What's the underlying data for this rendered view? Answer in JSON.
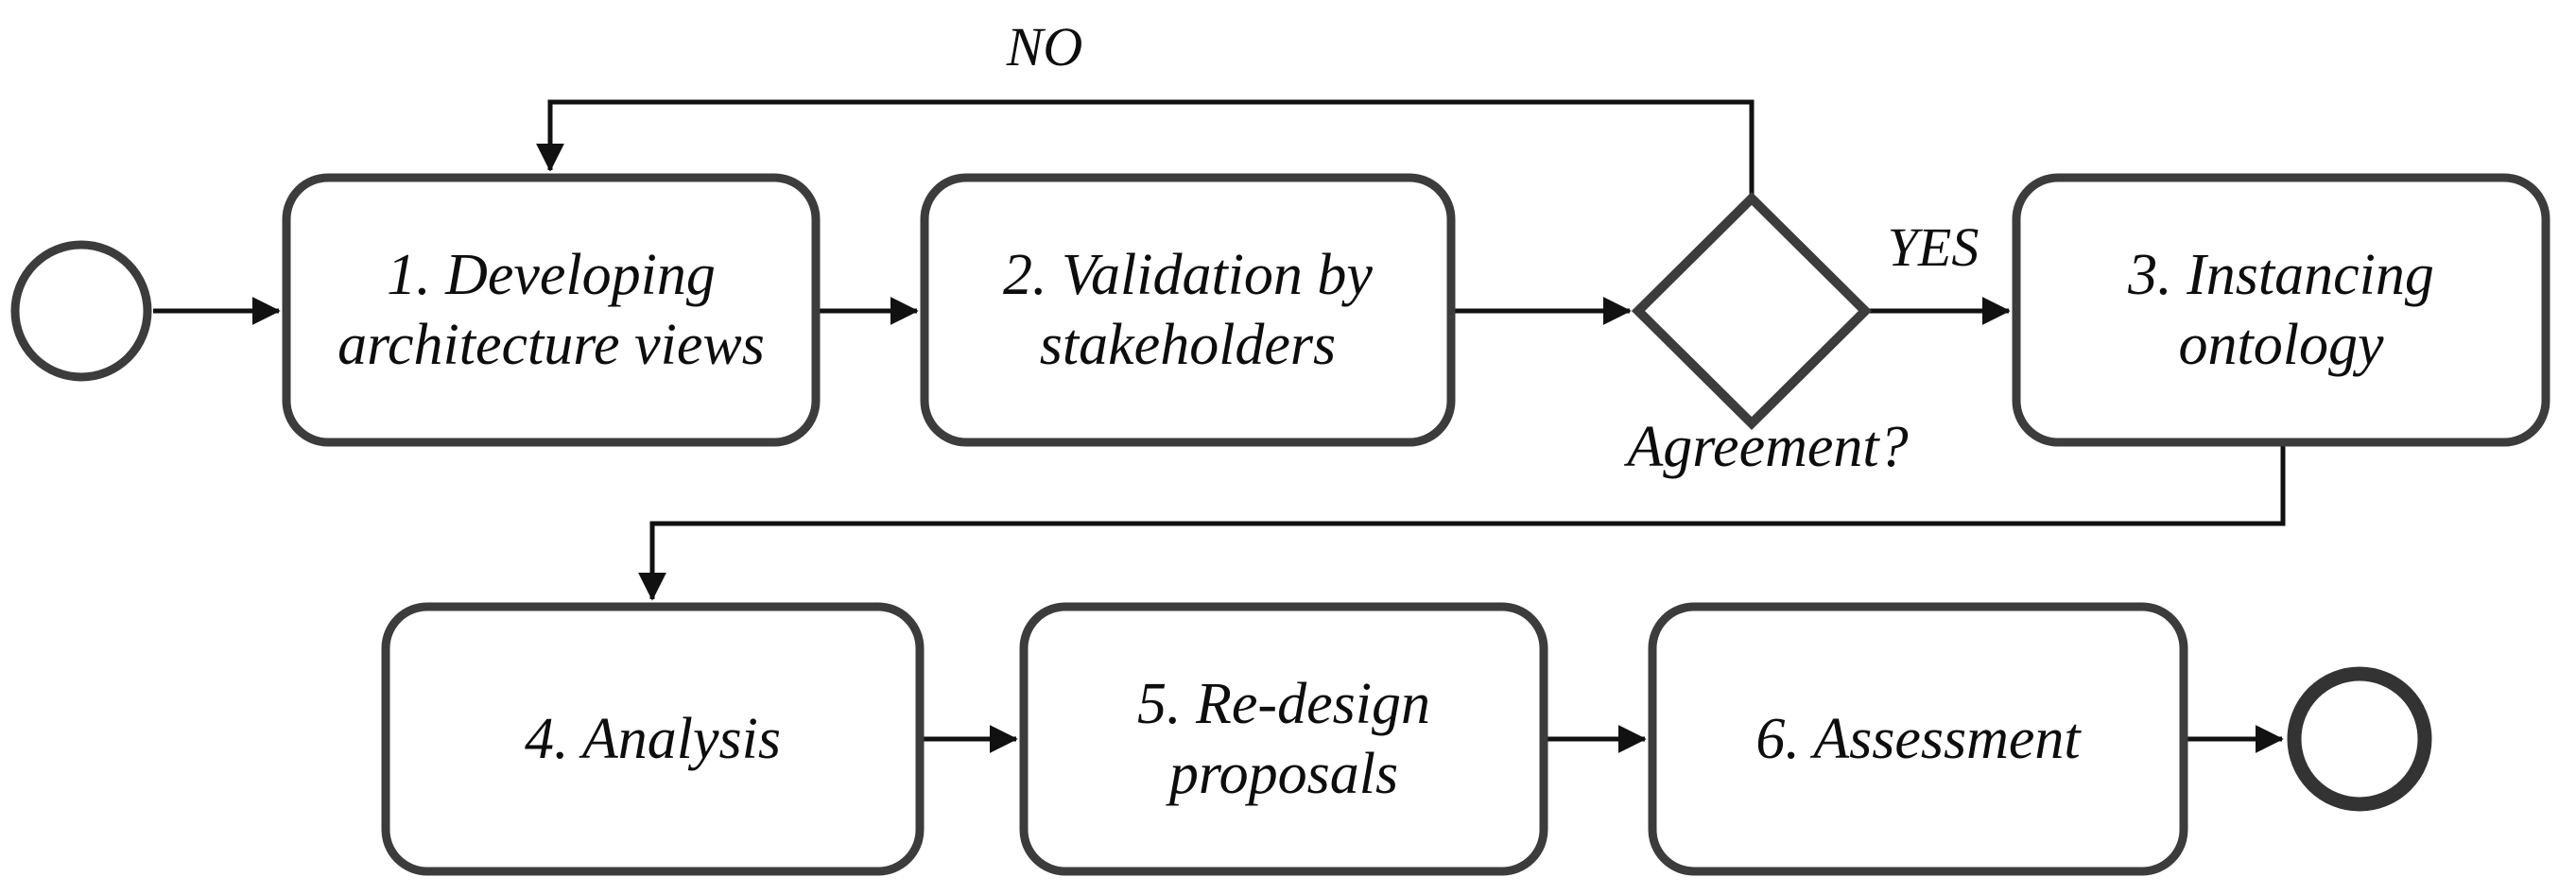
{
  "diagram": {
    "type": "flowchart",
    "notation": "bpmn-like process with start event, six tasks, one decision gateway, end event",
    "nodes": [
      {
        "id": "1",
        "label": "1. Developing\narchitecture views"
      },
      {
        "id": "2",
        "label": "2. Validation by\nstakeholders"
      },
      {
        "id": "3",
        "label": "3. Instancing\nontology"
      },
      {
        "id": "4",
        "label": "4. Analysis"
      },
      {
        "id": "5",
        "label": "5. Re-design\nproposals"
      },
      {
        "id": "6",
        "label": "6. Assessment"
      }
    ],
    "decision": {
      "label": "Agreement?",
      "branch_yes": "YES",
      "branch_no": "NO"
    },
    "edges": [
      {
        "from": "start",
        "to": "1",
        "label": ""
      },
      {
        "from": "1",
        "to": "2",
        "label": ""
      },
      {
        "from": "2",
        "to": "decision",
        "label": ""
      },
      {
        "from": "decision",
        "to": "3",
        "label": "YES"
      },
      {
        "from": "decision",
        "to": "1",
        "label": "NO"
      },
      {
        "from": "3",
        "to": "4",
        "label": ""
      },
      {
        "from": "4",
        "to": "5",
        "label": ""
      },
      {
        "from": "5",
        "to": "6",
        "label": ""
      },
      {
        "from": "6",
        "to": "end",
        "label": ""
      }
    ],
    "colors": {
      "shape_stroke": "#3c3c3c",
      "connector": "#111111",
      "shape_fill": "#ffffff",
      "text": "#0d0d0d"
    }
  }
}
